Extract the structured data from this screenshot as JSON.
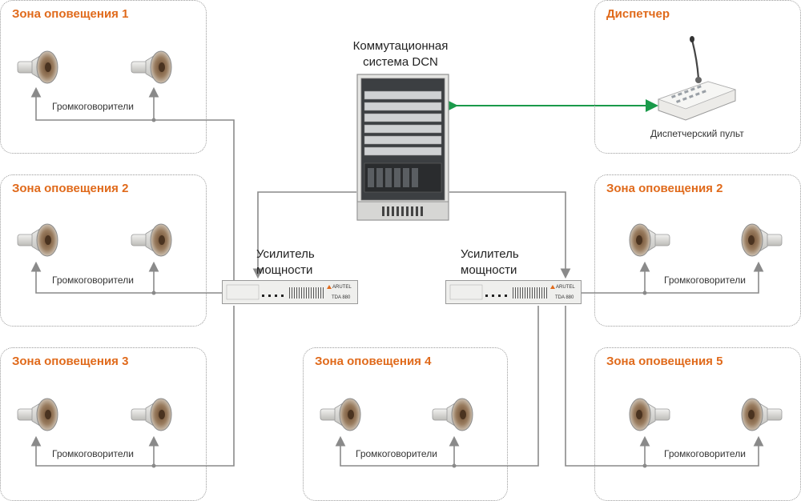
{
  "zones": {
    "zone1": {
      "title": "Зона оповещения 1",
      "caption": "Громкоговорители"
    },
    "zone2_left": {
      "title": "Зона оповещения 2",
      "caption": "Громкоговорители"
    },
    "zone3": {
      "title": "Зона оповещения 3",
      "caption": "Громкоговорители"
    },
    "zone4": {
      "title": "Зона оповещения 4",
      "caption": "Громкоговорители"
    },
    "zone2_right": {
      "title": "Зона оповещения 2",
      "caption": "Громкоговорители"
    },
    "zone5": {
      "title": "Зона оповещения 5",
      "caption": "Громкоговорители"
    },
    "dispatcher": {
      "title": "Диспетчер",
      "caption": "Диспетчерский пульт"
    }
  },
  "dcn": {
    "line1": "Коммутационная",
    "line2": "система DCN"
  },
  "amplifiers": {
    "left": {
      "line1": "Усилитель",
      "line2": "мощности",
      "brand": "ARUTEL",
      "model": "TDA 880"
    },
    "right": {
      "line1": "Усилитель",
      "line2": "мощности",
      "brand": "ARUTEL",
      "model": "TDA 880"
    }
  },
  "colors": {
    "zone_title": "#e06a1b",
    "wire": "#8a8a8a",
    "link": "#1a9a4a",
    "zone_border": "#9a9a9a"
  }
}
